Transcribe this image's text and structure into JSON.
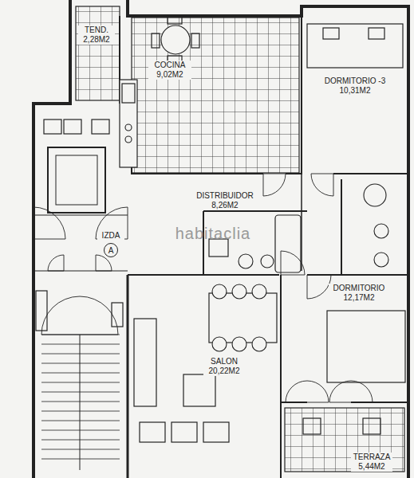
{
  "diagram": {
    "nodes": [
      {
        "text": [
          "A"
        ]
      }
    ],
    "labels": [
      "TEND. 2,28M2",
      "COCINA 9,02M2",
      "DORMITORIO -3 10,31M2",
      "DISTRIBUIDOR 8,26M2",
      "IZDA",
      "SALON 20,22M2",
      "DORMITORIO 12,17M2",
      "TERRAZA 5,44M2",
      "habitaclia"
    ]
  }
}
